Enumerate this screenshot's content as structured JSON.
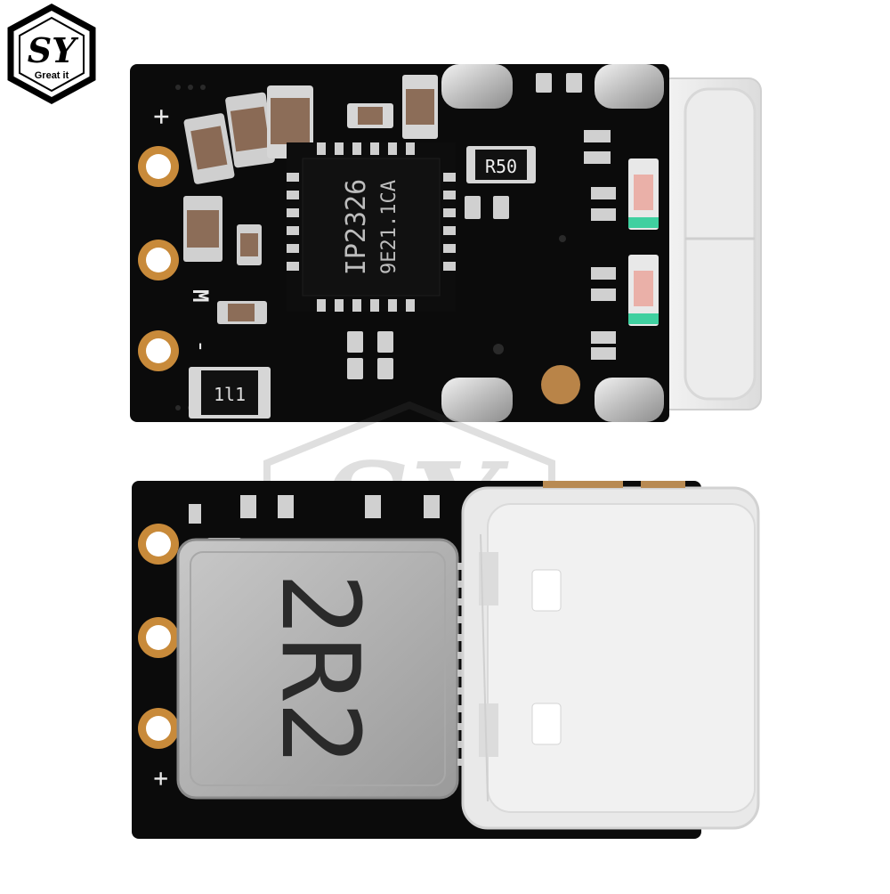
{
  "logo": {
    "letters": "SY",
    "tagline": "Great it"
  },
  "top_board": {
    "chip_label_line1": "IP2326",
    "chip_label_line2": "9E21.1CA",
    "resistor_label": "R50",
    "bottom_resistor_label": "1l1",
    "pad_plus_label": "+",
    "pad_minus_label": "-",
    "pad_middle_label": "M"
  },
  "bottom_board": {
    "inductor_label": "2R2",
    "pad_plus_label": "+"
  },
  "colors": {
    "pcb": "#0b0b0b",
    "pad_gold": "#c88a3a",
    "solder": "#c9c9c9",
    "connector": "#e6e6e6",
    "inductor": "#b4b4b4",
    "led_green": "#3fd0a0"
  }
}
